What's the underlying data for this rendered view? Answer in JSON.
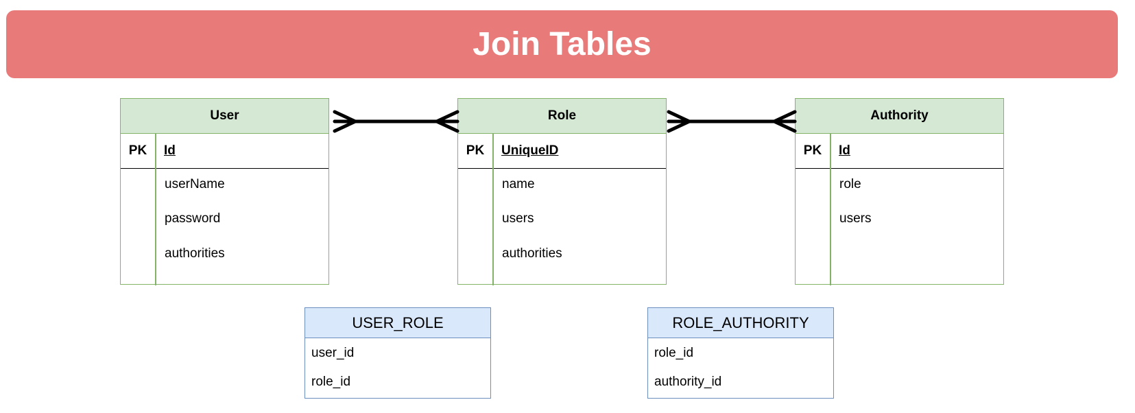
{
  "banner": {
    "title": "Join Tables",
    "color": "#e87a7a"
  },
  "entities": [
    {
      "name": "User",
      "pk_label": "PK",
      "pk_field": "Id",
      "attributes": [
        "userName",
        "password",
        "authorities"
      ]
    },
    {
      "name": "Role",
      "pk_label": "PK",
      "pk_field": "UniqueID",
      "attributes": [
        "name",
        "users",
        "authorities"
      ]
    },
    {
      "name": "Authority",
      "pk_label": "PK",
      "pk_field": "Id",
      "attributes": [
        "role",
        "users"
      ]
    }
  ],
  "join_tables": [
    {
      "name": "USER_ROLE",
      "columns": [
        "user_id",
        "role_id"
      ]
    },
    {
      "name": "ROLE_AUTHORITY",
      "columns": [
        "role_id",
        "authority_id"
      ]
    }
  ],
  "relationships": [
    {
      "from": "User",
      "to": "Role",
      "cardinality": "many-to-many"
    },
    {
      "from": "Role",
      "to": "Authority",
      "cardinality": "many-to-many"
    }
  ],
  "colors": {
    "entity_header": "#d5e8d4",
    "entity_border": "#82b366",
    "join_header": "#dae8fc",
    "join_border": "#6c8ebf"
  }
}
